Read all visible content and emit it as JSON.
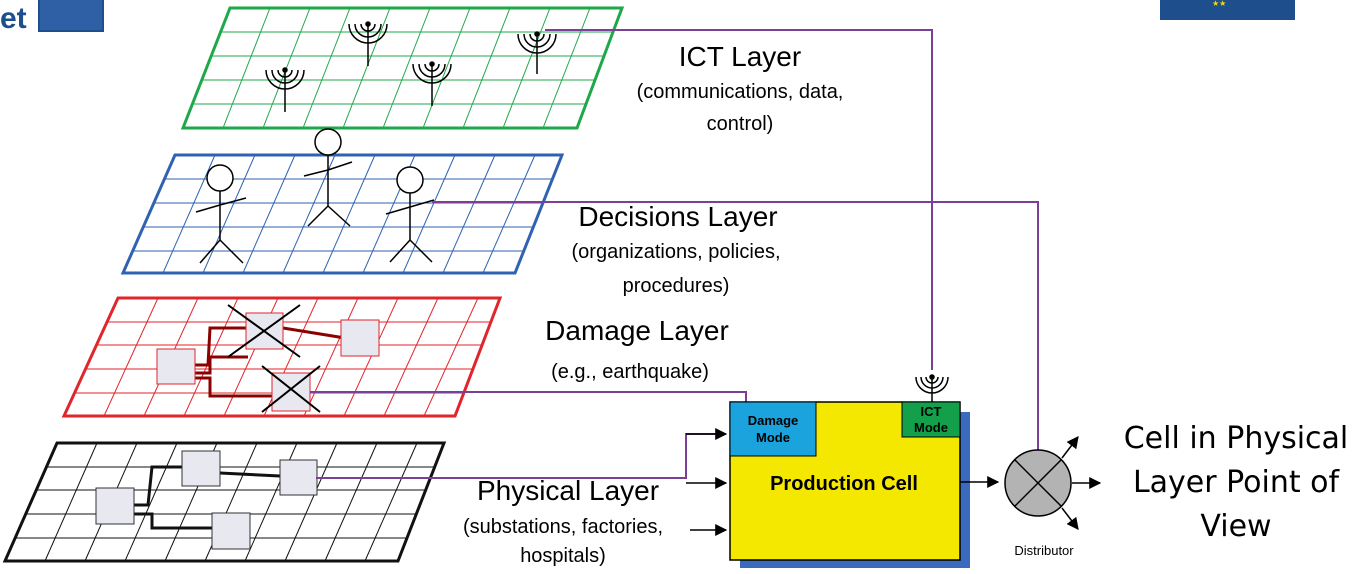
{
  "header": {
    "logo_text": "et"
  },
  "layers": {
    "ict": {
      "title": "ICT Layer",
      "desc_line1": "(communications, data,",
      "desc_line2": "control)",
      "color": "#1fa84a"
    },
    "decisions": {
      "title": "Decisions Layer",
      "desc_line1": "(organizations, policies,",
      "desc_line2": "procedures)",
      "color": "#2f62b0"
    },
    "damage": {
      "title": "Damage Layer",
      "desc_line1": "(e.g., earthquake)",
      "color": "#e0262b"
    },
    "physical": {
      "title": "Physical Layer",
      "desc_line1": "(substations, factories,",
      "desc_line2": "hospitals)",
      "color": "#111111"
    }
  },
  "production_cell": {
    "label": "Production Cell",
    "damage_mode_line1": "Damage",
    "damage_mode_line2": "Mode",
    "ict_mode_line1": "ICT",
    "ict_mode_line2": "Mode",
    "fill_color": "#f5e800",
    "shadow_color": "#3a6bbf",
    "damage_mode_color": "#1ba3dd",
    "ict_mode_color": "#14a04a"
  },
  "distributor": {
    "label": "Distributor",
    "fill_color": "#b3b3b3"
  },
  "output": {
    "line1": "Cell in Physical",
    "line2": "Layer Point of",
    "line3": "View"
  },
  "connector_color": "#7b3f98"
}
